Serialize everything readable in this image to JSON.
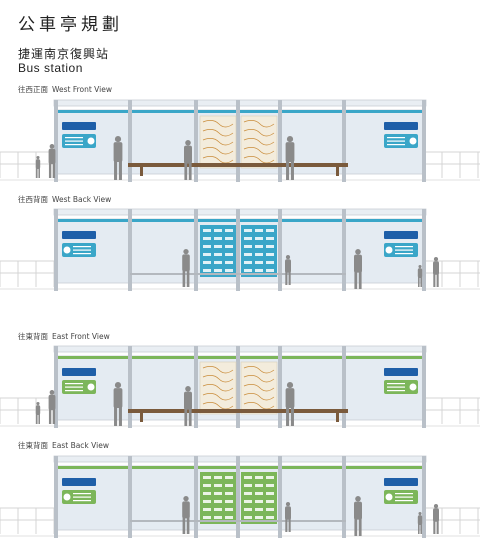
{
  "header": {
    "title": "公車亭規劃",
    "subtitle_zh": "捷運南京復興站",
    "subtitle_en": "Bus station"
  },
  "views": [
    {
      "label_zh": "往西正面",
      "label_en": "West Front View",
      "accent": "#3aa6c8",
      "side": "front"
    },
    {
      "label_zh": "往西背面",
      "label_en": "West Back View",
      "accent": "#3aa6c8",
      "side": "back"
    },
    {
      "label_zh": "往東背面",
      "label_en": "East Front View",
      "accent": "#7cb65a",
      "side": "front"
    },
    {
      "label_zh": "往東背面",
      "label_en": "East Back View",
      "accent": "#7cb65a",
      "side": "back"
    }
  ],
  "colors": {
    "glass": "#e4ebf2",
    "frame": "#c9ced4",
    "bench": "#7a5a3c",
    "sign_blue": "#1f5fa8",
    "map_bg": "#f3ecdc",
    "person": "#8a8a8a"
  }
}
